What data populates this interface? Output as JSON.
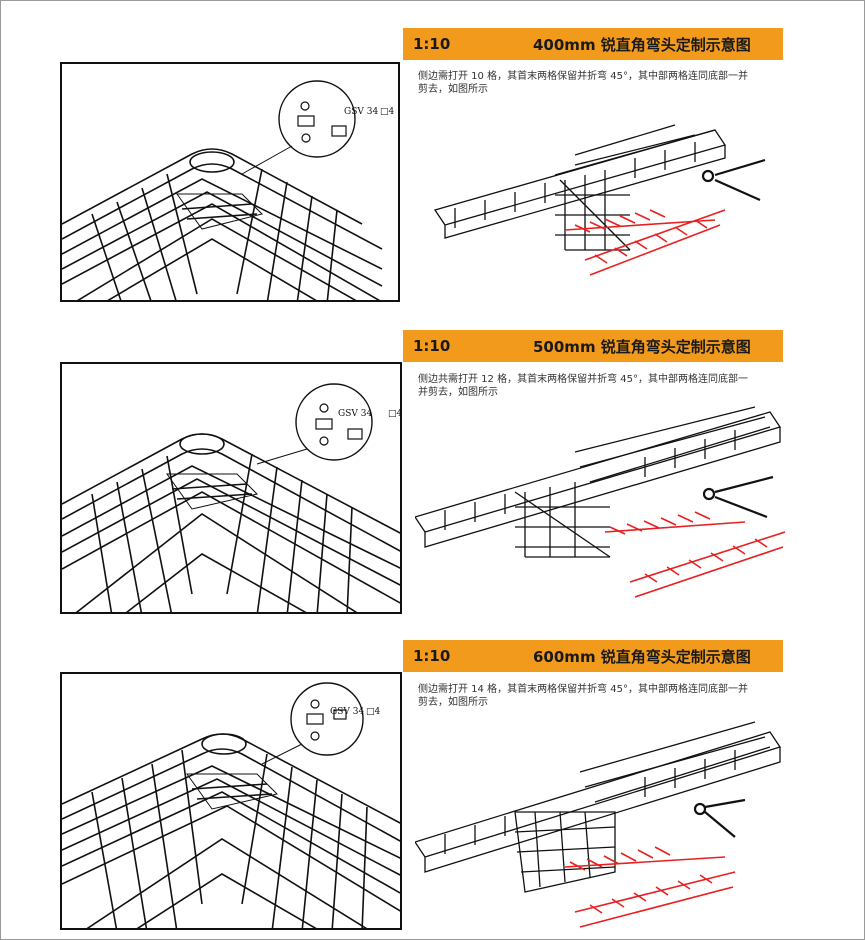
{
  "sections": [
    {
      "ratio": "1:10",
      "title": "400mm 锐直角弯头定制示意图",
      "description": "侧边需打开 10 格，其首末两格保留并折弯 45°，其中部两格连同底部一并剪去，如图所示",
      "callout_label": "GSV 34",
      "callout_suffix": "□4"
    },
    {
      "ratio": "1:10",
      "title": "500mm 锐直角弯头定制示意图",
      "description": "侧边共需打开 12 格，其首末两格保留并折弯 45°，其中部两格连同底部一并剪去，如图所示",
      "callout_label": "GSV 34",
      "callout_suffix": "□4"
    },
    {
      "ratio": "1:10",
      "title": "600mm 锐直角弯头定制示意图",
      "description": "侧边需打开 14 格，其首末两格保留并折弯 45°，其中部两格连同底部一并剪去，如图所示",
      "callout_label": "GSV 34",
      "callout_suffix": "□4"
    }
  ],
  "colors": {
    "banner": "#f29a1c",
    "cut_marks": "#e82020",
    "line": "#111111"
  }
}
